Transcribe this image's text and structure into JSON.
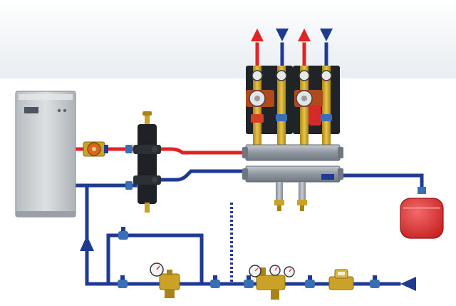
{
  "diagram": {
    "text_labels": [],
    "colors": {
      "supply_pipe": "#e02424",
      "return_pipe": "#1f3a93",
      "boiler_body": "#cfd3d6",
      "manifold": "#9aa3ab",
      "pump_housing": "#202428",
      "brass_fittings": "#c9a227",
      "expansion_vessel": "#e53030",
      "valve_handle": "#3a6fb5",
      "background_band": "#e8eef3"
    },
    "components": [
      {
        "name": "boiler",
        "icon": "boiler-icon"
      },
      {
        "name": "boiler-circulation-pump",
        "icon": "pump-icon"
      },
      {
        "name": "hydraulic-separator",
        "icon": "separator-icon"
      },
      {
        "name": "distribution-manifold",
        "icon": "manifold-icon"
      },
      {
        "name": "pump-group-1",
        "icon": "pump-group-icon"
      },
      {
        "name": "pump-group-2",
        "icon": "pump-group-icon"
      },
      {
        "name": "expansion-vessel",
        "icon": "tank-icon"
      },
      {
        "name": "pressure-reducing-valve",
        "icon": "gauge-icon"
      },
      {
        "name": "backflow-preventer",
        "icon": "gauge-icon"
      },
      {
        "name": "water-meter",
        "icon": "meter-icon"
      },
      {
        "name": "shutoff-valves",
        "icon": "valve-icon"
      }
    ],
    "flow_arrows": [
      {
        "direction": "up",
        "color": "supply"
      },
      {
        "direction": "down",
        "color": "return"
      },
      {
        "direction": "up",
        "color": "supply"
      },
      {
        "direction": "down",
        "color": "return"
      },
      {
        "direction": "up",
        "color": "return"
      },
      {
        "direction": "left",
        "color": "return"
      }
    ]
  }
}
